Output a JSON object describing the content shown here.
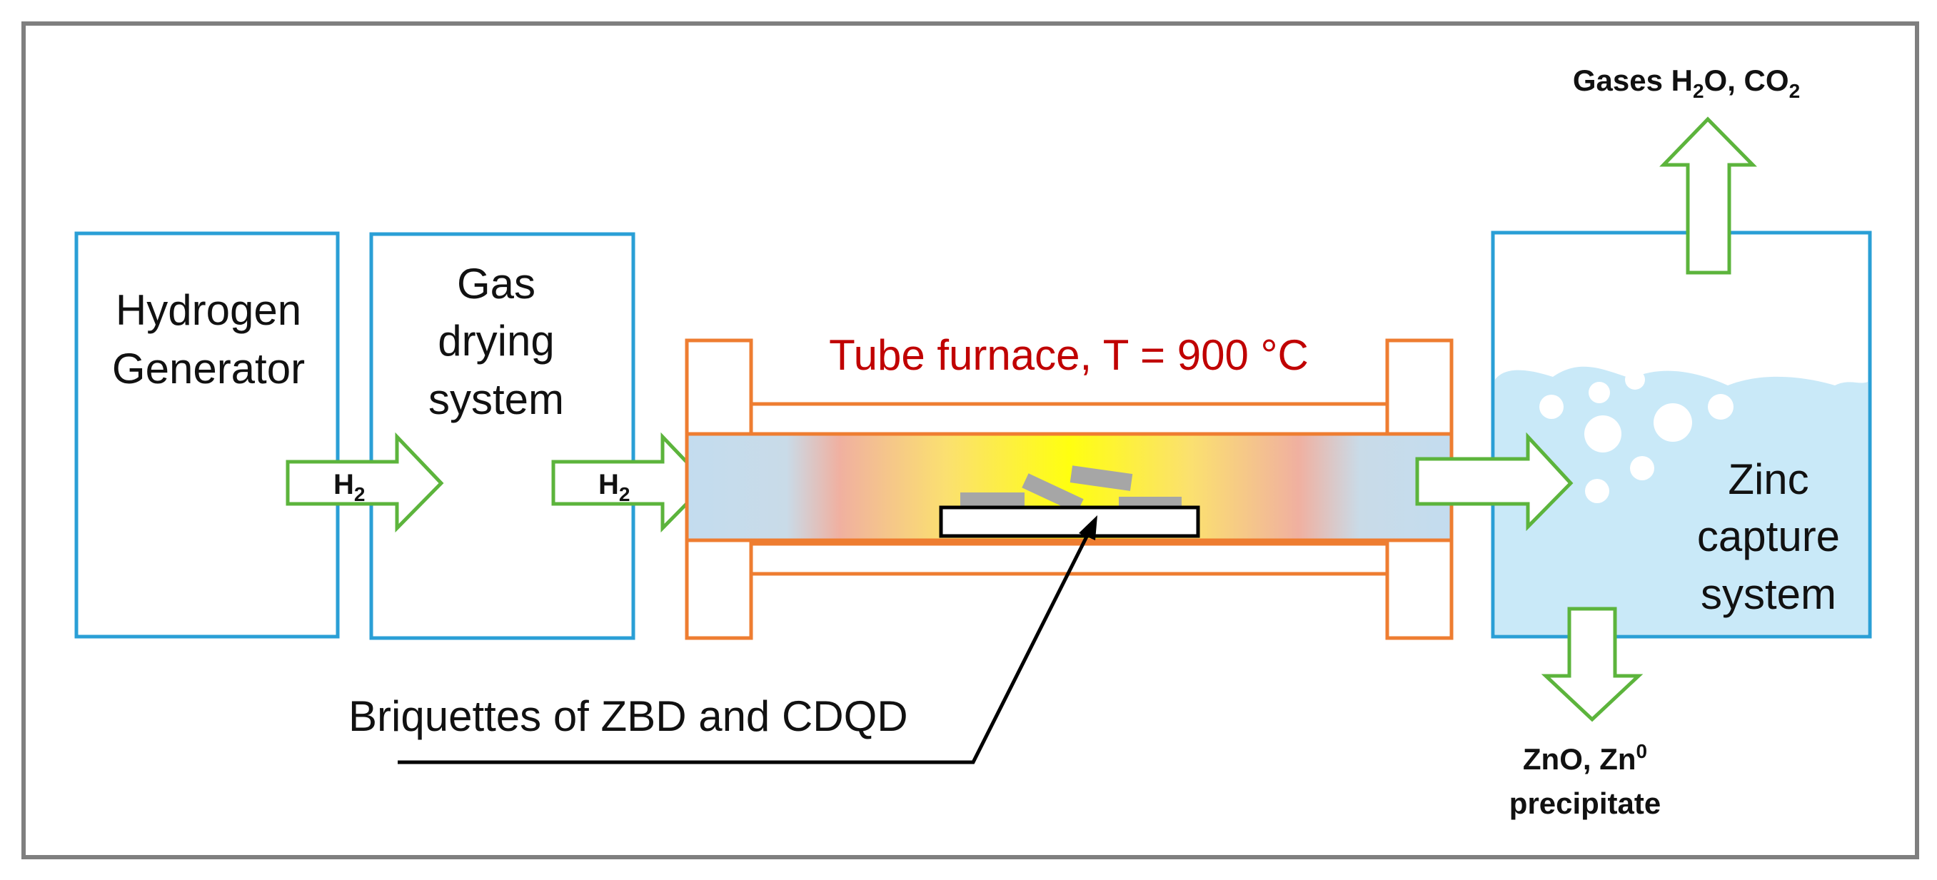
{
  "colors": {
    "box_border": "#2a9fd6",
    "furnace_orange": "#ee7d31",
    "arrow_green": "#5cb43c",
    "liquid_blue": "#c9e9f8",
    "title_red": "#c00000",
    "frame_gray": "#7f7f7f",
    "briquette_gray": "#a6a6a6"
  },
  "hydrogen_generator": {
    "line1": "Hydrogen",
    "line2": "Generator"
  },
  "gas_drying": {
    "line1": "Gas",
    "line2": "drying",
    "line3": "system"
  },
  "arrow1": {
    "label_main": "H",
    "label_sub": "2"
  },
  "arrow2": {
    "label_main": "H",
    "label_sub": "2"
  },
  "furnace": {
    "title": "Tube furnace, T = 900 °C"
  },
  "zinc_capture": {
    "line1": "Zinc",
    "line2": "capture",
    "line3": "system"
  },
  "gases_out": {
    "p1": "Gases H",
    "s1": "2",
    "p2": "O, CO",
    "s2": "2"
  },
  "precipitate": {
    "p1": "ZnO, Zn",
    "sup": "0",
    "line2": "precipitate"
  },
  "briquettes": {
    "label": "Briquettes of ZBD and CDQD"
  },
  "icons": {
    "flow_arrow": "right-arrow-icon",
    "up_arrow": "up-arrow-icon",
    "down_arrow": "down-arrow-icon"
  }
}
